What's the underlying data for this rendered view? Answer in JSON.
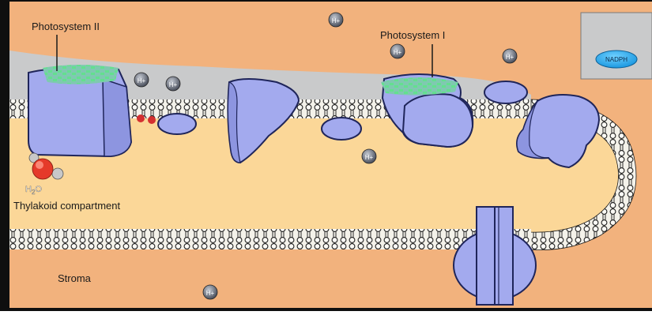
{
  "labels": {
    "photosystem_ii": "Photosystem II",
    "photosystem_i": "Photosystem I",
    "nadph": "NADPH",
    "water_main": "H",
    "water_sub": "2",
    "water_tail": "O",
    "thylakoid_compartment": "Thylakoid compartment",
    "stroma": "Stroma",
    "proton": "H+"
  },
  "colors": {
    "stroma": "#f2b27d",
    "lumen": "#fbd798",
    "upper_region": "#c8c9cb",
    "membrane": "#f7f7f4",
    "protein": "#a2a9ec",
    "protein_stroke": "#1f255a",
    "pigment": "#5fd68a",
    "nadph": "#29a9ee",
    "frame": "#111111"
  }
}
